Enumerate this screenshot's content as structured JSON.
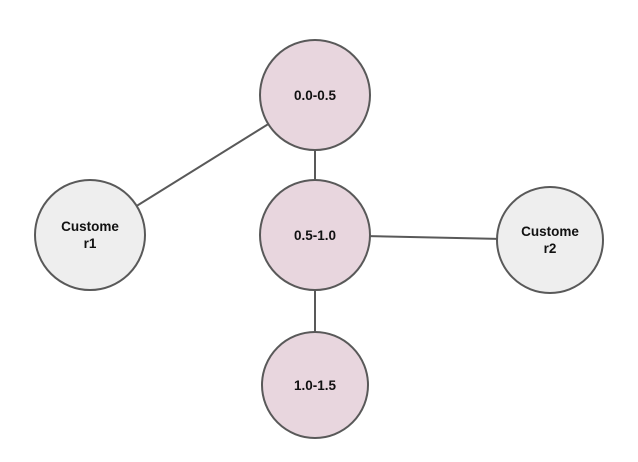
{
  "diagram": {
    "type": "graph",
    "nodes": [
      {
        "id": "bin-0.0-0.5",
        "label": "0.0-0.5",
        "type": "bin"
      },
      {
        "id": "bin-0.5-1.0",
        "label": "0.5-1.0",
        "type": "bin"
      },
      {
        "id": "bin-1.0-1.5",
        "label": "1.0-1.5",
        "type": "bin"
      },
      {
        "id": "customer1",
        "label": "Customer1",
        "lines": [
          "Custome",
          "r1"
        ],
        "type": "customer"
      },
      {
        "id": "customer2",
        "label": "Customer2",
        "lines": [
          "Custome",
          "r2"
        ],
        "type": "customer"
      }
    ],
    "edges": [
      {
        "from": "customer1",
        "to": "bin-0.0-0.5"
      },
      {
        "from": "bin-0.0-0.5",
        "to": "bin-0.5-1.0"
      },
      {
        "from": "bin-0.5-1.0",
        "to": "customer2"
      },
      {
        "from": "bin-0.5-1.0",
        "to": "bin-1.0-1.5"
      }
    ],
    "style": {
      "bin_fill": "#e8d6de",
      "customer_fill": "#eeeeee",
      "node_stroke": "#595959",
      "edge_stroke": "#595959",
      "label_color": "#111111",
      "background": "#ffffff"
    }
  }
}
